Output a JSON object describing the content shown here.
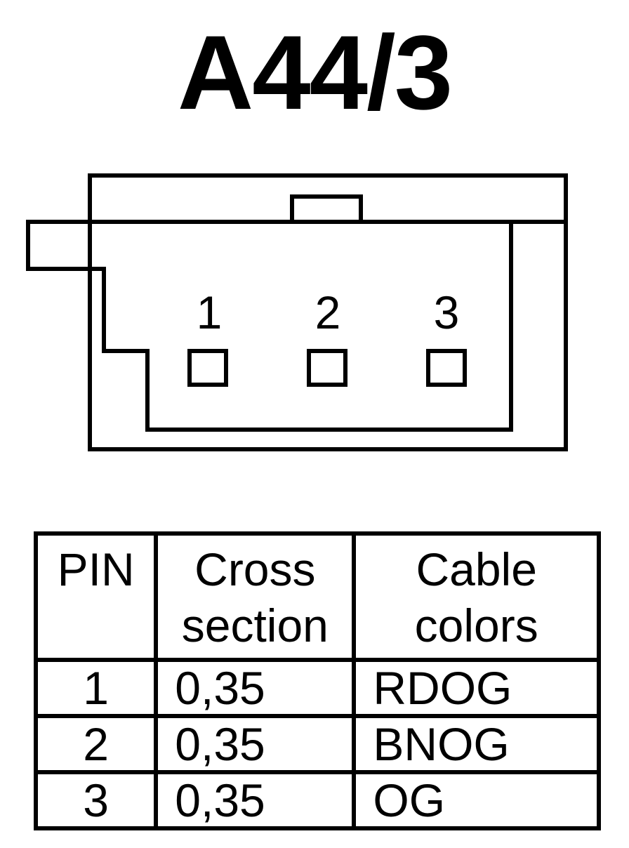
{
  "title": "A44/3",
  "connector": {
    "pin_labels": [
      "1",
      "2",
      "3"
    ]
  },
  "table": {
    "headers": {
      "pin": "PIN",
      "cross_line1": "Cross",
      "cross_line2": "section",
      "color_line1": "Cable",
      "color_line2": "colors"
    },
    "rows": [
      {
        "pin": "1",
        "cross_section": "0,35",
        "cable_color": "RDOG"
      },
      {
        "pin": "2",
        "cross_section": "0,35",
        "cable_color": "BNOG"
      },
      {
        "pin": "3",
        "cross_section": "0,35",
        "cable_color": "OG"
      }
    ]
  }
}
